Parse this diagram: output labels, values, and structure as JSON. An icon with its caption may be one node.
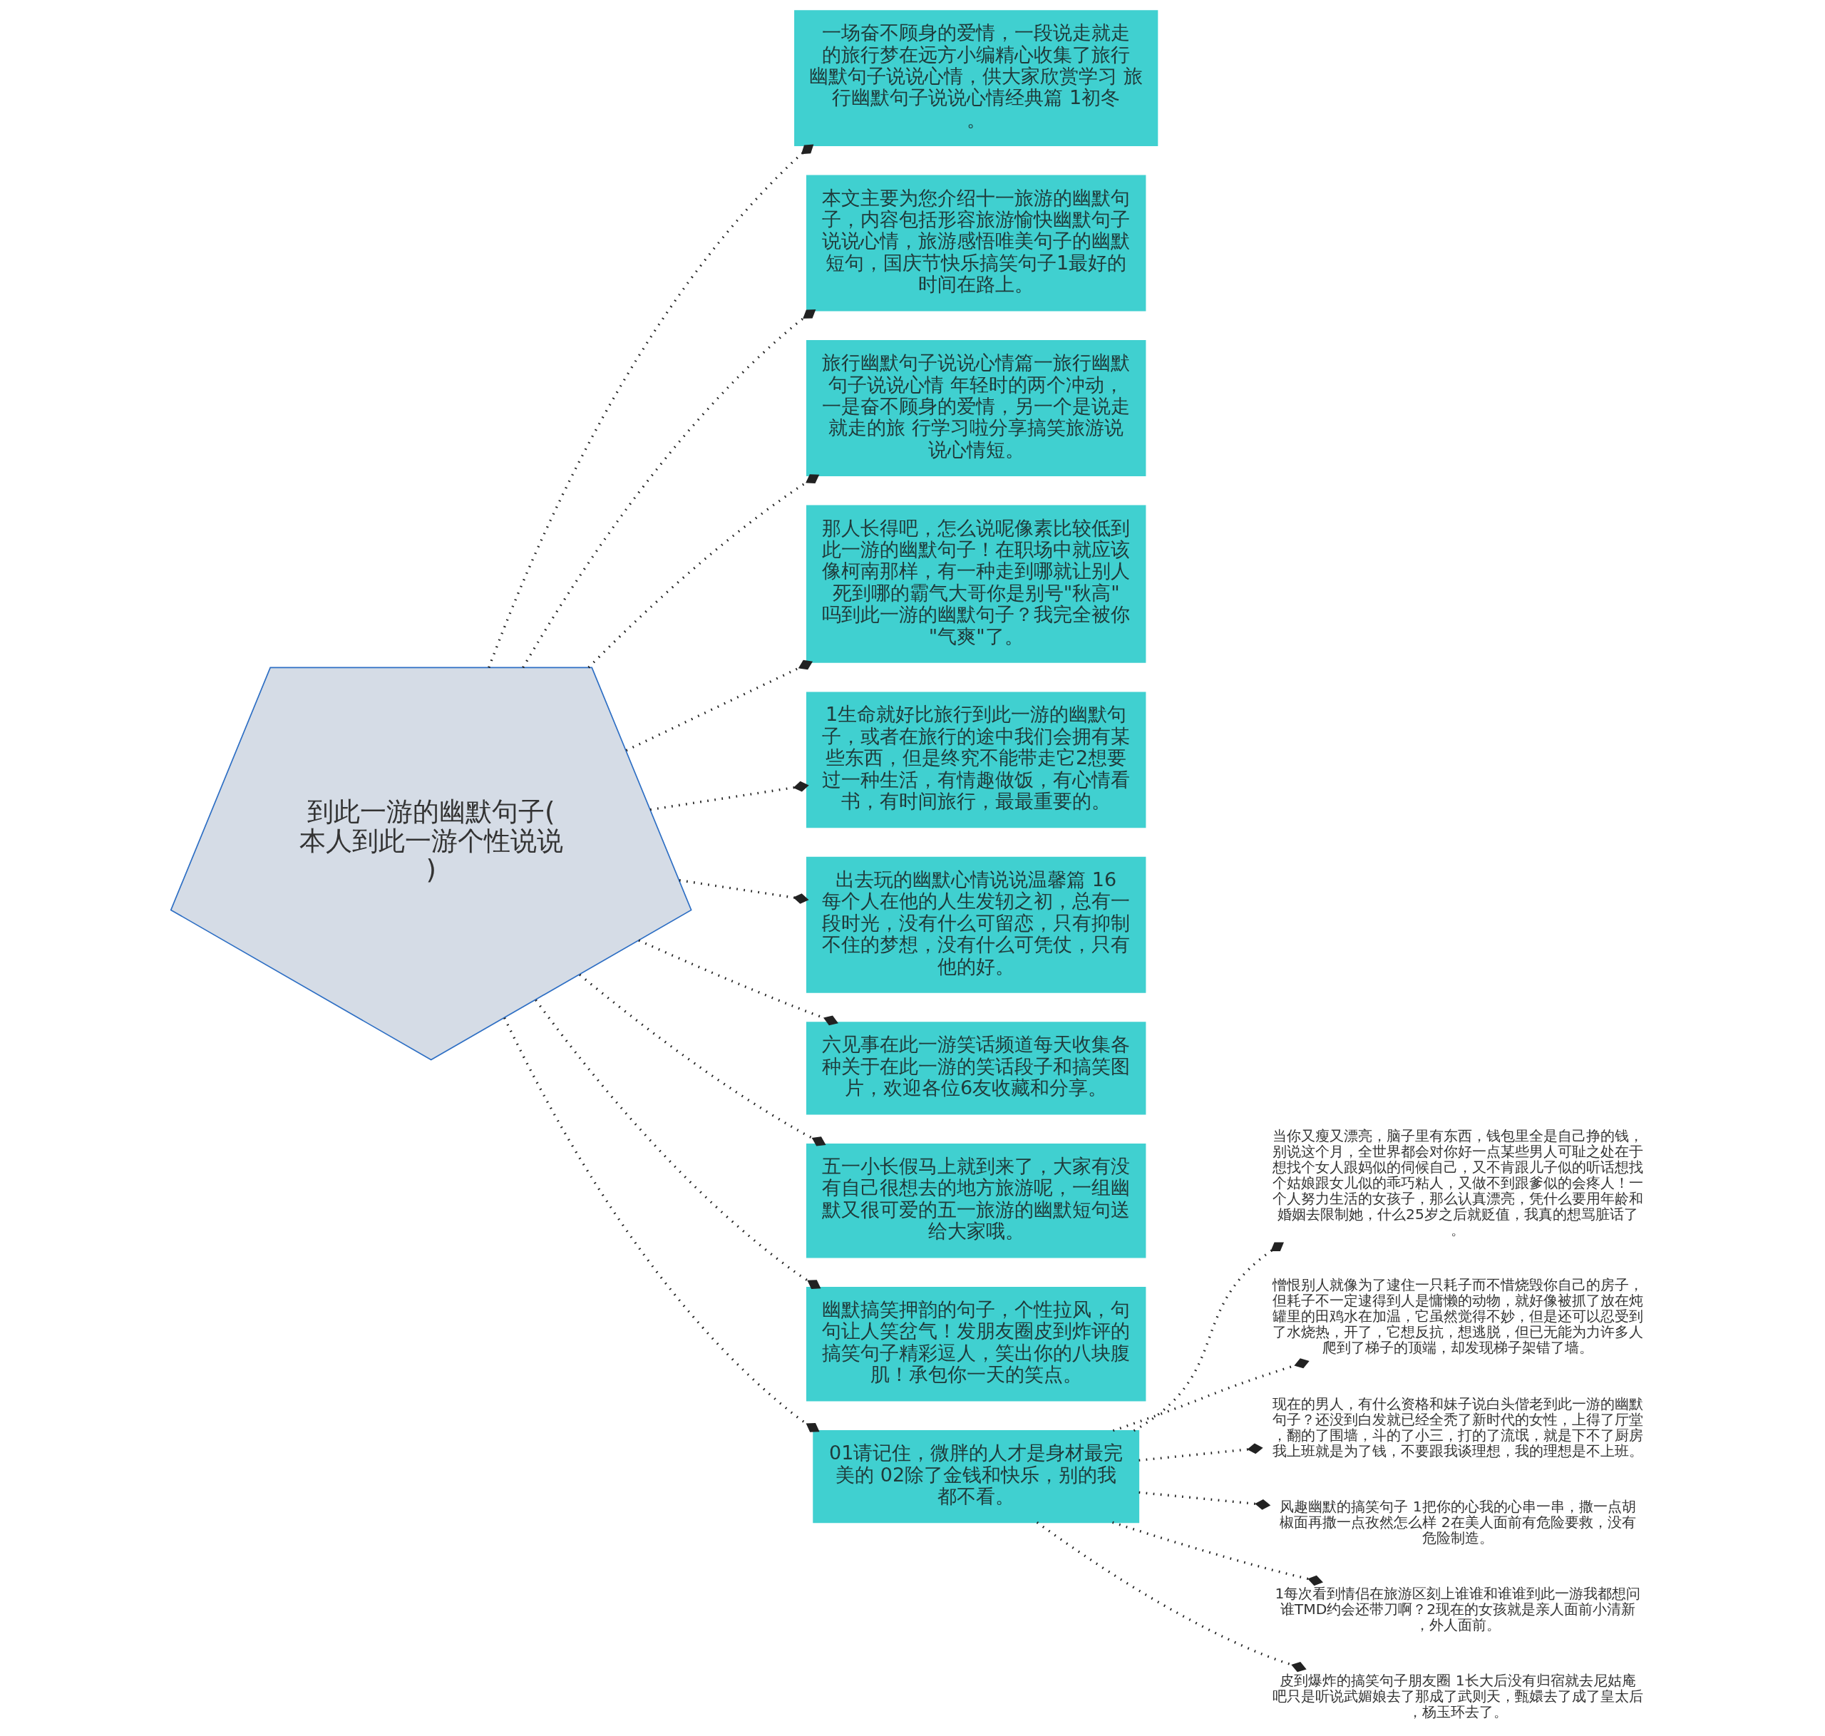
{
  "diagram": {
    "nodes": [
      {
        "text": [
          "到此一游的幽默句子(本人到此一游个性说说)"
        ]
      },
      {
        "text": [
          "一场奋不顾身的爱情，一段说走就走的旅行梦在远方小编精心收集了旅行幽默句子说说心情，供大家欣赏学习 旅行幽默句子说说心情经典篇 1初冬。"
        ]
      },
      {
        "text": [
          "本文主要为您介绍十一旅游的幽默句子，内容包括形容旅游愉快幽默句子说说心情，旅游感悟唯美句子的幽默短句，国庆节快乐搞笑句子1最好的时间在路上。"
        ]
      },
      {
        "text": [
          "旅行幽默句子说说心情篇一旅行幽默句子说说心情 年轻时的两个冲动，一是奋不顾身的爱情，另一个是说走就走的旅 行学习啦分享搞笑旅游说说心情短。"
        ]
      },
      {
        "text": [
          "那人长得吧，怎么说呢像素比较低到此一游的幽默句子！在职场中就应该像柯南那样，有一种走到哪就让别人死到哪的霸气大哥你是别号\"秋高\"吗到此一游的幽默句子？我完全被你\"气爽\"了。"
        ]
      },
      {
        "text": [
          "1生命就好比旅行到此一游的幽默句子，或者在旅行的途中我们会拥有某些东西，但是终究不能带走它2想要过一种生活，有情趣做饭，有心情看书，有时间旅行，最最重要的。"
        ]
      },
      {
        "text": [
          "出去玩的幽默心情说说温馨篇 16每个人在他的人生发轫之初，总有一段时光，没有什么可留恋，只有抑制不住的梦想，没有什么可凭仗，只有他的好。"
        ]
      },
      {
        "text": [
          "六见事在此一游笑话频道每天收集各种关于在此一游的笑话段子和搞笑图片，欢迎各位6友收藏和分享。"
        ]
      },
      {
        "text": [
          "五一小长假马上就到来了，大家有没有自己很想去的地方旅游呢，一组幽默又很可爱的五一旅游的幽默短句送给大家哦。"
        ]
      },
      {
        "text": [
          "幽默搞笑押韵的句子，个性拉风，句句让人笑岔气！发朋友圈皮到炸评的搞笑句子精彩逗人，笑出你的八块腹肌！承包你一天的笑点。"
        ]
      },
      {
        "text": [
          "01请记住，微胖的人才是身材最完美的 02除了金钱和快乐，别的我都不看。"
        ]
      },
      {
        "text": [
          "当你又瘦又漂亮，脑子里有东西，钱包里全是自己挣的钱，别说这个月，全世界都会对你好一点某些男人可耻之处在于想找个女人跟妈似的伺候自己，又不肯跟儿子似的听话想找个姑娘跟女儿似的乖巧粘人，又做不到跟爹似的会疼人！一个人努力生活的女孩子，那么认真漂亮，凭什么要用年龄和婚姻去限制她，什么25岁之后就贬值，我真的想骂脏话了。"
        ]
      },
      {
        "text": [
          "憎恨别人就像为了逮住一只耗子而不惜烧毁你自己的房子，但耗子不一定逮得到人是慵懒的动物，就好像被抓了放在炖罐里的田鸡水在加温，它虽然觉得不妙，但是还可以忍受到了水烧热，开了，它想反抗，想逃脱，但已无能为力许多人爬到了梯子的顶端，却发现梯子架错了墙。"
        ]
      },
      {
        "text": [
          "现在的男人，有什么资格和妹子说白头偕老到此一游的幽默句子？还没到白发就已经全秃了新时代的女性，上得了厅堂，翻的了围墙，斗的了小三，打的了流氓，就是下不了厨房我上班就是为了钱，不要跟我谈理想，我的理想是不上班。"
        ]
      },
      {
        "text": [
          "风趣幽默的搞笑句子 1把你的心我的心串一串，撒一点胡椒面再撒一点孜然怎么样 2在美人面前有危险要救，没有危险制造。"
        ]
      },
      {
        "text": [
          "1每次看到情侣在旅游区刻上谁谁和谁谁到此一游我都想问谁TMD约会还带刀啊？2现在的女孩就是亲人面前小清新，外人面前。"
        ]
      },
      {
        "text": [
          "皮到爆炸的搞笑句子朋友圈 1长大后没有归宿就去尼姑庵吧只是听说武媚娘去了那成了武则天，甄嬛去了成了皇太后，杨玉环去了。"
        ]
      }
    ],
    "edges": [
      {
        "from": 0,
        "to": 1,
        "arrow": "other",
        "style": "dashed"
      },
      {
        "from": 0,
        "to": 2,
        "arrow": "other",
        "style": "dashed"
      },
      {
        "from": 0,
        "to": 3,
        "arrow": "other",
        "style": "dashed"
      },
      {
        "from": 0,
        "to": 4,
        "arrow": "other",
        "style": "dashed"
      },
      {
        "from": 0,
        "to": 5,
        "arrow": "other",
        "style": "dashed"
      },
      {
        "from": 0,
        "to": 6,
        "arrow": "other",
        "style": "dashed"
      },
      {
        "from": 0,
        "to": 7,
        "arrow": "other",
        "style": "dashed"
      },
      {
        "from": 0,
        "to": 8,
        "arrow": "other",
        "style": "dashed"
      },
      {
        "from": 0,
        "to": 9,
        "arrow": "other",
        "style": "dashed"
      },
      {
        "from": 0,
        "to": 10,
        "arrow": "other",
        "style": "dashed"
      },
      {
        "from": 10,
        "to": 11,
        "arrow": "other",
        "style": "dashed"
      },
      {
        "from": 10,
        "to": 12,
        "arrow": "other",
        "style": "dashed"
      },
      {
        "from": 10,
        "to": 13,
        "arrow": "other",
        "style": "dashed"
      },
      {
        "from": 10,
        "to": 14,
        "arrow": "other",
        "style": "dashed"
      },
      {
        "from": 10,
        "to": 15,
        "arrow": "other",
        "style": "dashed"
      },
      {
        "from": 10,
        "to": 16,
        "arrow": "other",
        "style": "dashed"
      }
    ]
  }
}
